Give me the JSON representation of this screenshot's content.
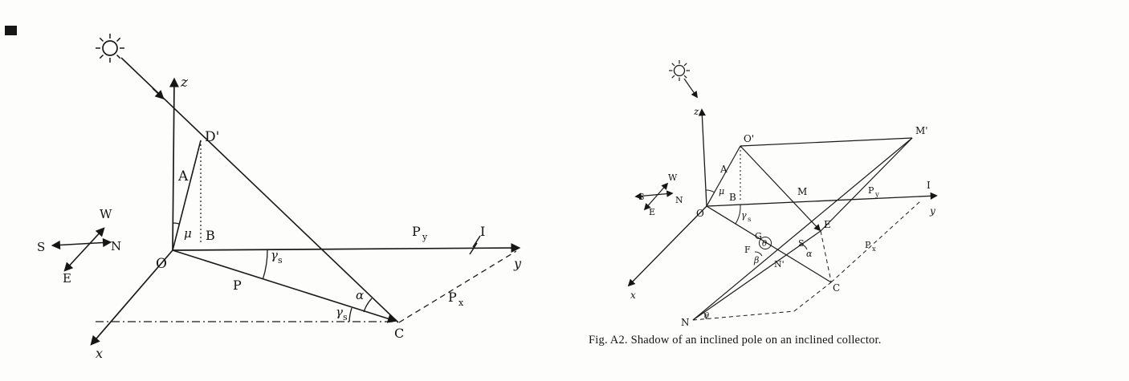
{
  "figure": {
    "caption": "Fig. A2. Shadow of an inclined pole on an inclined collector.",
    "left": {
      "labels": {
        "z": "z",
        "d_prime": "D'",
        "a": "A",
        "mu": "μ",
        "b": "B",
        "p_y_base": "P",
        "p_y_sub": "y",
        "i": "I",
        "y": "y",
        "o": "O",
        "p": "P",
        "gamma1_base": "γ",
        "gamma1_sub": "s",
        "gamma2_base": "γ",
        "gamma2_sub": "s",
        "alpha": "α",
        "p_x_base": "P",
        "p_x_sub": "x",
        "c": "C",
        "x": "x",
        "compass_w": "W",
        "compass_s": "S",
        "compass_n": "N",
        "compass_e": "E"
      }
    },
    "right": {
      "labels": {
        "z": "z",
        "o_prime": "O'",
        "a": "A",
        "mu": "μ",
        "b": "B",
        "o": "O",
        "m": "M",
        "p_y_base": "P",
        "p_y_sub": "y",
        "i": "I",
        "y": "y",
        "m_prime": "M'",
        "gamma_base": "γ",
        "gamma_sub": "s",
        "e_point": "E",
        "g": "G",
        "f": "F",
        "beta": "β",
        "n_prime": "N'",
        "s_point": "S",
        "alpha": "α",
        "theta_g": "θ",
        "theta_n": "θ",
        "p_x_base": "P",
        "p_x_sub": "x",
        "c": "C",
        "n": "N",
        "x": "x",
        "compass_w": "W",
        "compass_s": "S",
        "compass_n": "N",
        "compass_e": "E"
      }
    }
  }
}
